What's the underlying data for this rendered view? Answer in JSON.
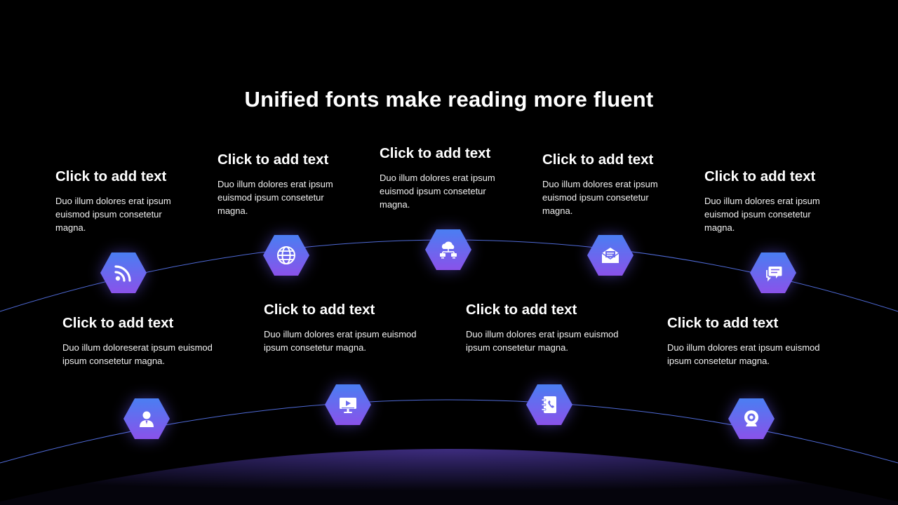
{
  "title": "Unified fonts make reading more fluent",
  "colors": {
    "background": "#000000",
    "hex_gradient_top": "#4a7ef2",
    "hex_gradient_bottom": "#8a52ea",
    "arc_line": "#4f6ad6",
    "planet_glow": "#3c2a7a"
  },
  "top_row": [
    {
      "heading": "Click to add text",
      "body": "Duo illum dolores erat ipsum euismod ipsum consetetur magna.",
      "icon": "rss-icon"
    },
    {
      "heading": "Click to add text",
      "body": "Duo illum dolores erat ipsum euismod ipsum consetetur magna.",
      "icon": "globe-icon"
    },
    {
      "heading": "Click to add text",
      "body": "Duo illum dolores erat ipsum euismod ipsum consetetur magna.",
      "icon": "cloud-network-icon"
    },
    {
      "heading": "Click to add text",
      "body": "Duo illum dolores erat ipsum euismod ipsum consetetur magna.",
      "icon": "envelope-icon"
    },
    {
      "heading": "Click to add text",
      "body": "Duo illum dolores erat ipsum euismod ipsum consetetur magna.",
      "icon": "chat-icon"
    }
  ],
  "bottom_row": [
    {
      "heading": "Click to add text",
      "body": "Duo illum doloreserat ipsum euismod ipsum consetetur magna.",
      "icon": "user-icon"
    },
    {
      "heading": "Click to add text",
      "body": "Duo illum dolores erat ipsum euismod ipsum consetetur magna.",
      "icon": "video-monitor-icon"
    },
    {
      "heading": "Click to add text",
      "body": "Duo illum dolores erat ipsum euismod ipsum consetetur magna.",
      "icon": "phone-book-icon"
    },
    {
      "heading": "Click to add text",
      "body": "Duo illum dolores erat ipsum euismod ipsum consetetur magna.",
      "icon": "webcam-icon"
    }
  ]
}
